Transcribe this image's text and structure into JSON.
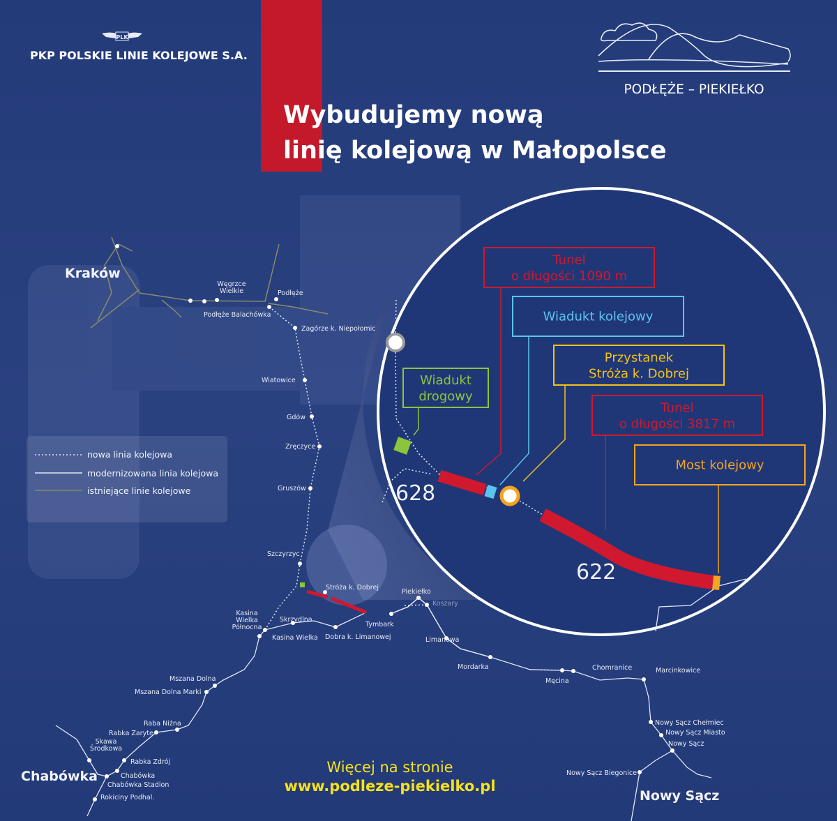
{
  "header": {
    "company": "PKP POLSKIE LINIE KOLEJOWE S.A.",
    "company_logo_text": "PLK",
    "project_name": "PODŁĘŻE – PIEKIEŁKO",
    "title_line1": "Wybudujemy nową",
    "title_line2": "linię kolejową w Małopolsce"
  },
  "legend": [
    {
      "label": "nowa linia kolejowa",
      "style": "dotted",
      "color": "#dfe6f5"
    },
    {
      "label": "modernizowana linia kolejowa",
      "style": "solid",
      "color": "#dfe6f5"
    },
    {
      "label": "istniejące linie kolejowe",
      "style": "solid",
      "color": "#8a8a6a"
    }
  ],
  "cities": [
    "Kraków",
    "Chabówka",
    "Nowy Sącz"
  ],
  "stations": [
    {
      "lines": [
        "Węgrzce",
        "Wielkie"
      ]
    },
    {
      "lines": [
        "Podłęże"
      ]
    },
    {
      "lines": [
        "Podłęże Balachówka"
      ]
    },
    {
      "lines": [
        "Zagórze k. Niepołomic"
      ]
    },
    {
      "lines": [
        "Wiatowice"
      ]
    },
    {
      "lines": [
        "Gdów"
      ]
    },
    {
      "lines": [
        "Zręczyce"
      ]
    },
    {
      "lines": [
        "Gruszów"
      ]
    },
    {
      "lines": [
        "Szczyrzyc"
      ]
    },
    {
      "lines": [
        "Stróża k. Dobrej"
      ]
    },
    {
      "lines": [
        "Piekiełko"
      ]
    },
    {
      "lines": [
        "Koszary"
      ]
    },
    {
      "lines": [
        "Tymbark"
      ]
    },
    {
      "lines": [
        "Skrzydlna"
      ]
    },
    {
      "lines": [
        "Dobra k. Limanowej"
      ]
    },
    {
      "lines": [
        "Kasina Wielka"
      ]
    },
    {
      "lines": [
        "Kasina",
        "Wielka",
        "Północna"
      ]
    },
    {
      "lines": [
        "Limanowa"
      ]
    },
    {
      "lines": [
        "Mordarka"
      ]
    },
    {
      "lines": [
        "Męcina"
      ]
    },
    {
      "lines": [
        "Chomranice"
      ]
    },
    {
      "lines": [
        "Marcinkowice"
      ]
    },
    {
      "lines": [
        "Nowy Sącz Chełmiec"
      ]
    },
    {
      "lines": [
        "Nowy Sącz Miasto"
      ]
    },
    {
      "lines": [
        "Nowy Sącz"
      ]
    },
    {
      "lines": [
        "Nowy Sącz Biegonice"
      ]
    },
    {
      "lines": [
        "Mszana Dolna"
      ]
    },
    {
      "lines": [
        "Mszana Dolna Marki"
      ]
    },
    {
      "lines": [
        "Raba Niżna"
      ]
    },
    {
      "lines": [
        "Rabka Zaryte"
      ]
    },
    {
      "lines": [
        "Skawa",
        "Środkowa"
      ]
    },
    {
      "lines": [
        "Rabka Zdrój"
      ]
    },
    {
      "lines": [
        "Chabówka"
      ]
    },
    {
      "lines": [
        "Chabówka Stadion"
      ]
    },
    {
      "lines": [
        "Rokiciny Podhal."
      ]
    }
  ],
  "inset": {
    "callouts": [
      {
        "lines": [
          "Tunel",
          "o długości 1090 m"
        ],
        "color": "#d0182e"
      },
      {
        "lines": [
          "Wiadukt kolejowy"
        ],
        "color": "#5cc3ee"
      },
      {
        "lines": [
          "Przystanek",
          "Stróża k. Dobrej"
        ],
        "color": "#f4c21a"
      },
      {
        "lines": [
          "Tunel",
          "o długości 3817 m"
        ],
        "color": "#d0182e"
      },
      {
        "lines": [
          "Most kolejowy"
        ],
        "color": "#f5a41e"
      },
      {
        "lines": [
          "Wiadukt",
          "drogowy"
        ],
        "color": "#8cc43c"
      }
    ],
    "road_628": "628",
    "road_622": "622"
  },
  "footer": {
    "more_label": "Więcej na stronie",
    "url": "www.podleze-piekielko.pl"
  },
  "colors": {
    "background": "#233a78",
    "accent_red": "#c4182b",
    "yellow": "#f5e21a"
  }
}
